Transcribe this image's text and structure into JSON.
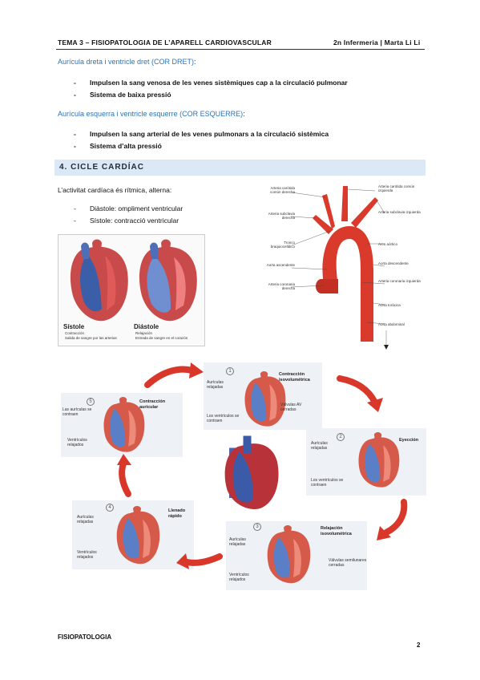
{
  "header": {
    "left": "TEMA 3 – FISIOPATOLOGIA DE L’APARELL CARDIOVASCULAR",
    "right": "2n Infermeria | Marta Li Li"
  },
  "right_heart": {
    "heading": "Aurícula dreta i ventricle dret (COR DRET)",
    "heading_suffix": ":",
    "items": [
      "Impulsen la sang venosa de les venes sistèmiques cap a la circulació pulmonar",
      "Sistema de baixa pressió"
    ]
  },
  "left_heart": {
    "heading": "Aurícula esquerra i ventricle esquerre (COR ESQUERRE)",
    "heading_suffix": ":",
    "items": [
      "Impulsen la sang arterial de les venes pulmonars a la circulació sistèmica",
      "Sistema d’alta pressió"
    ]
  },
  "section": {
    "title": "4. CICLE CARDÍAC",
    "intro": "L’activitat cardíaca és rítmica, alterna:",
    "items": [
      "Diàstole: ompliment ventricular",
      "Sístole: contracció ventricular"
    ]
  },
  "bullet": "-",
  "fig_sd": {
    "sistole": "Sístole",
    "sistole_sub": [
      "Contracción",
      "Salida de sangre por las arterias"
    ],
    "diastole": "Diástole",
    "diastole_sub": [
      "Relajación",
      "Entrada de sangre en el corazón"
    ]
  },
  "aorta_labels": {
    "l1": "Arteria carótida común derecha",
    "l2": "Arteria subclavia derecha",
    "l3": "Tronco braquiocefálico",
    "l4": "Aorta ascendente",
    "l5": "Arteria coronaria derecha",
    "r1": "Arteria carótida común izquierda",
    "r2": "Arteria subclavia izquierda",
    "r3": "Arco aórtico",
    "r4": "Aorta descendente",
    "r5": "Arteria coronaria izquierda",
    "r6": "Aorta torácica",
    "r7": "Aorta abdominal"
  },
  "cycle": {
    "s1": {
      "num": "1",
      "title": "Contracción isovolumétrica",
      "a": "Aurículas relajadas",
      "b": "Válvulas AV cerradas",
      "c": "Los ventrículos se contraen"
    },
    "s2": {
      "num": "2",
      "title": "Eyección",
      "a": "Aurículas relajadas",
      "b": "Los ventrículos se contraen"
    },
    "s3": {
      "num": "3",
      "title": "Relajación isovolumétrica",
      "a": "Aurículas relajadas",
      "b": "Ventrículos relajados",
      "c": "Válvulas semilunares cerradas"
    },
    "s4": {
      "num": "4",
      "title": "Llenado rápido",
      "a": "Aurículas relajadas",
      "b": "Ventrículos relajados"
    },
    "s5": {
      "num": "5",
      "title": "Contracción auricular",
      "a": "Las aurículas se contraen",
      "b": "Ventrículos relajados"
    }
  },
  "footer": {
    "left": "FISIOPATOLOGIA",
    "page": "2"
  },
  "colors": {
    "accent_blue": "#2e74b5",
    "section_bg": "#dbe8f5",
    "aorta_red": "#d93a2b",
    "arrow_red": "#d8372a"
  }
}
